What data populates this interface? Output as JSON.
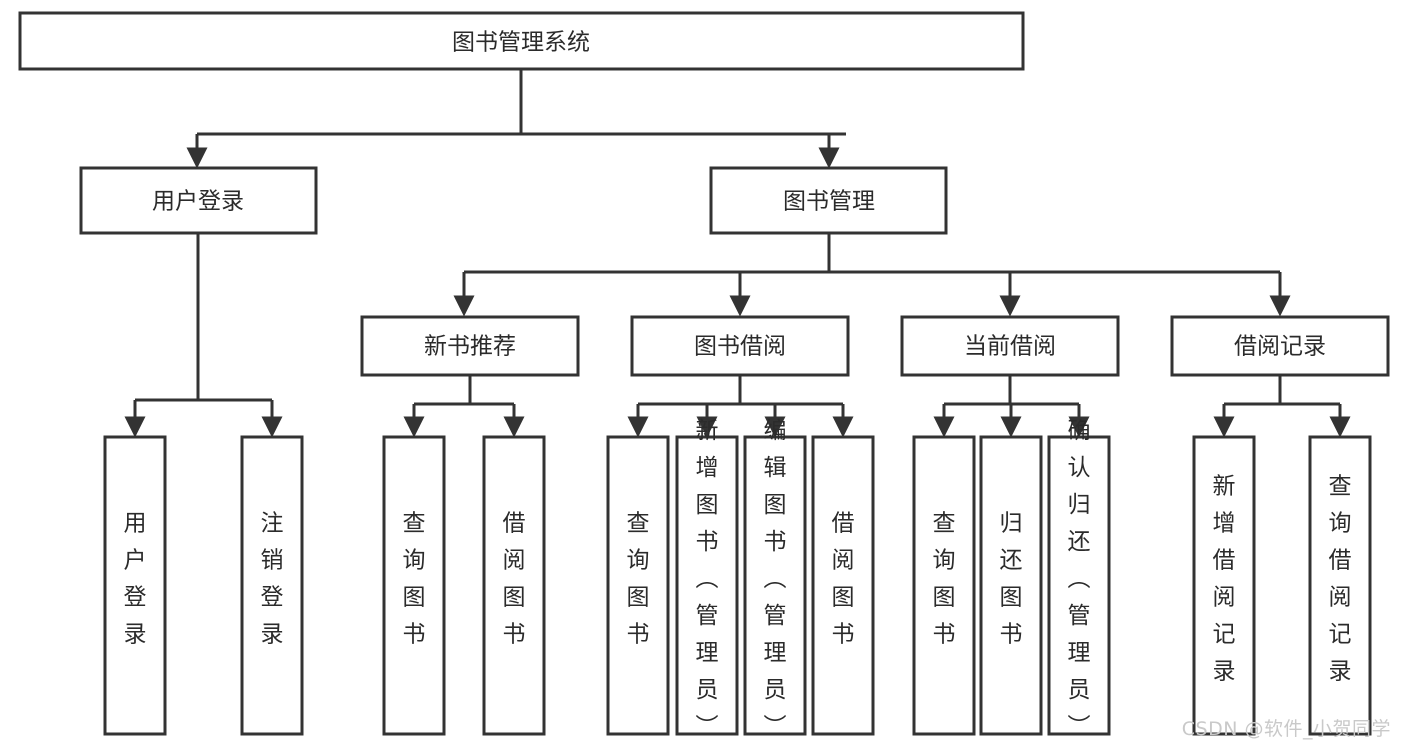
{
  "diagram": {
    "type": "tree-hierarchy",
    "title_node": {
      "id": "root",
      "label": "图书管理系统"
    },
    "level2": [
      {
        "id": "user-login",
        "label": "用户登录"
      },
      {
        "id": "book-management",
        "label": "图书管理"
      }
    ],
    "level3": [
      {
        "id": "new-book-recommend",
        "label": "新书推荐",
        "parent": "book-management"
      },
      {
        "id": "book-borrow",
        "label": "图书借阅",
        "parent": "book-management"
      },
      {
        "id": "current-borrow",
        "label": "当前借阅",
        "parent": "book-management"
      },
      {
        "id": "borrow-record",
        "label": "借阅记录",
        "parent": "book-management"
      }
    ],
    "leaves": [
      {
        "id": "leaf-user-login",
        "label": "用户登录",
        "parent": "user-login"
      },
      {
        "id": "leaf-logout-login",
        "label": "注销登录",
        "parent": "user-login"
      },
      {
        "id": "leaf-query-book-1",
        "label": "查询图书",
        "parent": "new-book-recommend"
      },
      {
        "id": "leaf-borrow-book-1",
        "label": "借阅图书",
        "parent": "new-book-recommend"
      },
      {
        "id": "leaf-query-book-2",
        "label": "查询图书",
        "parent": "book-borrow"
      },
      {
        "id": "leaf-add-book",
        "label": "新增图书（管理员）",
        "parent": "book-borrow"
      },
      {
        "id": "leaf-edit-book",
        "label": "编辑图书（管理员）",
        "parent": "book-borrow"
      },
      {
        "id": "leaf-borrow-book-2",
        "label": "借阅图书",
        "parent": "book-borrow"
      },
      {
        "id": "leaf-query-book-3",
        "label": "查询图书",
        "parent": "current-borrow"
      },
      {
        "id": "leaf-return-book",
        "label": "归还图书",
        "parent": "current-borrow"
      },
      {
        "id": "leaf-confirm-return",
        "label": "确认归还（管理员）",
        "parent": "current-borrow"
      },
      {
        "id": "leaf-add-record",
        "label": "新增借阅记录",
        "parent": "borrow-record"
      },
      {
        "id": "leaf-query-record",
        "label": "查询借阅记录",
        "parent": "borrow-record"
      }
    ],
    "colors": {
      "box_stroke": "#333333",
      "box_fill": "#ffffff",
      "text": "#2b2b2b",
      "background": "#ffffff",
      "watermark": "#c9c9c9"
    }
  },
  "watermark": {
    "text": "CSDN @软件_小贺同学"
  }
}
